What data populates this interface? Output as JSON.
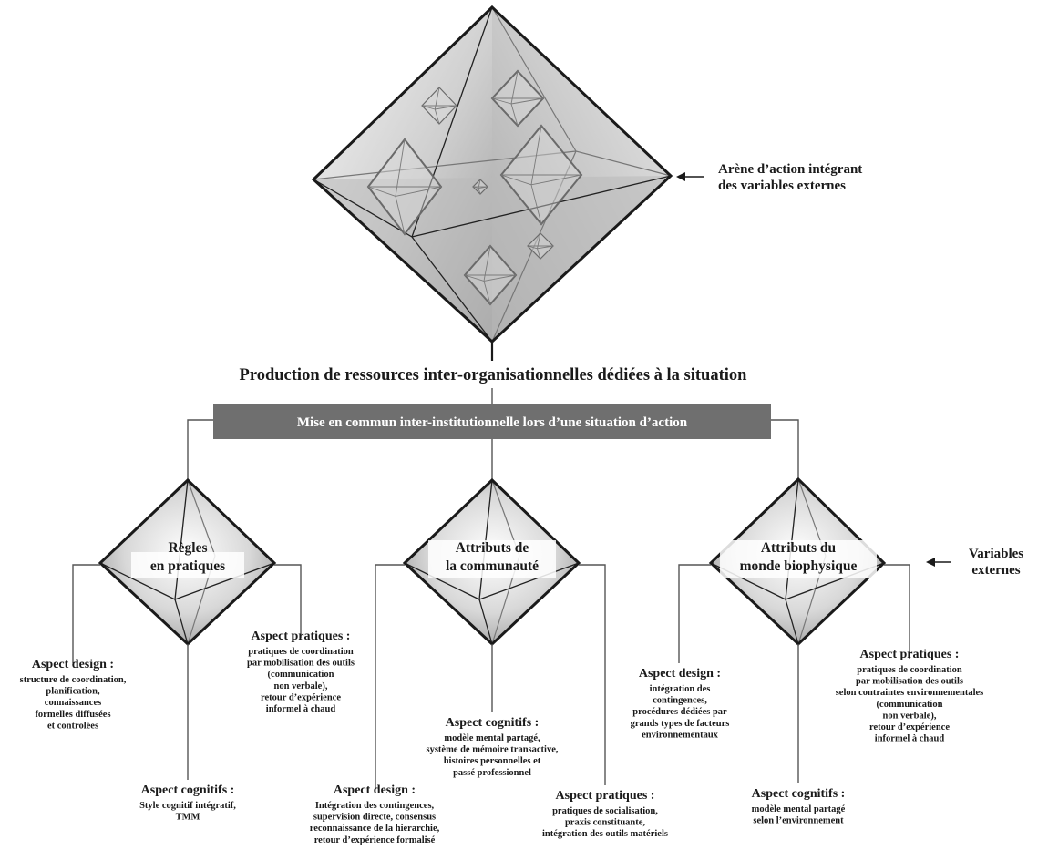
{
  "big_diamond": {
    "label_lines": [
      "Arène d’action intégrant",
      "des variables externes"
    ]
  },
  "title": "Production de ressources inter-organisationnelles dédiées à la situation",
  "band": "Mise en commun inter-institutionnelle lors d’une situation d’action",
  "variables_label_lines": [
    "Variables",
    "externes"
  ],
  "groups": [
    {
      "diamond_label_lines": [
        "Règles",
        "en pratiques"
      ],
      "aspects": [
        {
          "title": "Aspect design :",
          "lines": [
            "structure de coordination,",
            "planification,",
            "connaissances",
            "formelles diffusées",
            "et controlées"
          ]
        },
        {
          "title": "Aspect cognitifs :",
          "lines": [
            "Style cognitif intégratif,",
            "TMM"
          ]
        },
        {
          "title": "Aspect pratiques :",
          "lines": [
            "pratiques de coordination",
            "par mobilisation des outils",
            "(communication",
            "non verbale),",
            "retour d’expérience",
            "informel à chaud"
          ]
        }
      ]
    },
    {
      "diamond_label_lines": [
        "Attributs de",
        "la communauté"
      ],
      "aspects": [
        {
          "title": "Aspect design :",
          "lines": [
            "Intégration des contingences,",
            "supervision directe, consensus",
            "reconnaissance de la hierarchie,",
            "retour d’expérience formalisé"
          ]
        },
        {
          "title": "Aspect cognitifs :",
          "lines": [
            "modèle mental partagé,",
            "système de mémoire transactive,",
            "histoires personnelles et",
            "passé professionnel"
          ]
        },
        {
          "title": "Aspect pratiques :",
          "lines": [
            "pratiques de socialisation,",
            "praxis constituante,",
            "intégration des outils matériels"
          ]
        }
      ]
    },
    {
      "diamond_label_lines": [
        "Attributs du",
        "monde biophysique"
      ],
      "aspects": [
        {
          "title": "Aspect design :",
          "lines": [
            "intégration des",
            "contingences,",
            "procédures dédiées par",
            "grands types de facteurs",
            "environnementaux"
          ]
        },
        {
          "title": "Aspect cognitifs :",
          "lines": [
            "modèle mental partagé",
            "selon l’environnement"
          ]
        },
        {
          "title": "Aspect pratiques :",
          "lines": [
            "pratiques de coordination",
            "par mobilisation des outils",
            "selon contraintes environnementales",
            "(communication",
            "non verbale),",
            "retour d’expérience",
            "informel à chaud"
          ]
        }
      ]
    }
  ],
  "colors": {
    "band_fill": "#6f6f6f",
    "diamond_light": "#f4f4f4",
    "diamond_dark": "#a8a8a8",
    "ink": "#1a1a1a"
  }
}
